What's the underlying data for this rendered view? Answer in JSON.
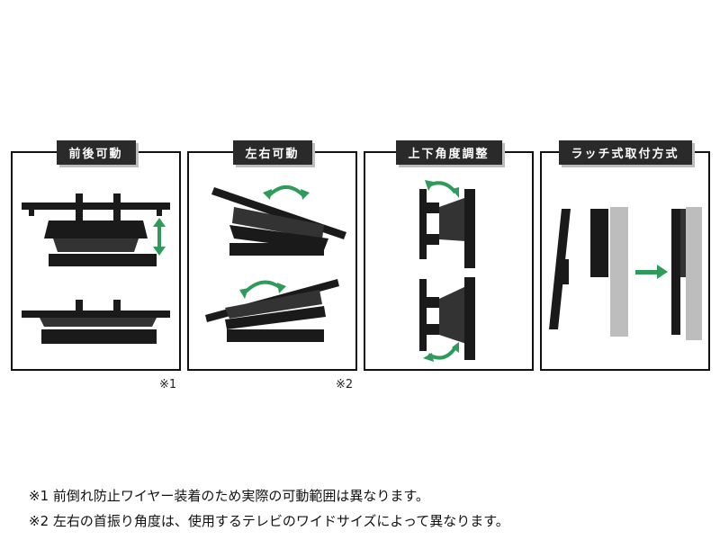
{
  "panels": [
    {
      "title": "前後可動",
      "footnote": "※1"
    },
    {
      "title": "左右可動",
      "footnote": "※2"
    },
    {
      "title": "上下角度調整"
    },
    {
      "title": "ラッチ式取付方式"
    }
  ],
  "notes": [
    "※1 前倒れ防止ワイヤー装着のため実際の可動範囲は異なります。",
    "※2 左右の首振り角度は、使用するテレビのワイドサイズによって異なります。"
  ],
  "colors": {
    "arrow": "#2e9b5a",
    "mount": "#1a1a1a",
    "wall": "#bdbdbd"
  }
}
